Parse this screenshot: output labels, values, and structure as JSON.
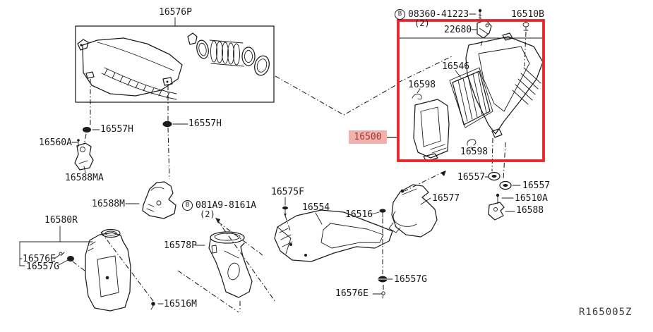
{
  "diagram_title": "Air Cleaner exploded parts diagram",
  "ref": {
    "text": "R165005Z"
  },
  "colors": {
    "highlight_box": "#e8232a",
    "highlight_label_bg": "#f2b1ae",
    "highlight_label_text": "#9c3a32",
    "line": "#1c1c1c"
  },
  "highlighted_part": {
    "text": "16500"
  },
  "parts": {
    "p16576P": {
      "text": "16576P"
    },
    "p16557H_left": {
      "text": "16557H"
    },
    "p16557H_right": {
      "text": "16557H"
    },
    "p16560A": {
      "text": "16560A"
    },
    "p16588MA": {
      "text": "16588MA"
    },
    "p16588M": {
      "text": "16588M"
    },
    "boltB1": {
      "badge": "B",
      "text": "081A9-8161A",
      "qty": "(2)"
    },
    "p16580R": {
      "text": "16580R"
    },
    "p16576E_left": {
      "text": "16576E"
    },
    "p16557G_left": {
      "text": "16557G"
    },
    "p16516M": {
      "text": "16516M"
    },
    "p16578P": {
      "text": "16578P"
    },
    "p16575F": {
      "text": "16575F"
    },
    "p16554": {
      "text": "16554"
    },
    "p16516": {
      "text": "16516"
    },
    "p16577": {
      "text": "16577"
    },
    "p16557_left": {
      "text": "16557"
    },
    "p16557_right": {
      "text": "16557"
    },
    "p16510A": {
      "text": "16510A"
    },
    "p16588": {
      "text": "16588"
    },
    "p16510B": {
      "text": "16510B"
    },
    "boltB2": {
      "badge": "B",
      "text": "08360-41223",
      "qty": "(2)"
    },
    "p22680": {
      "text": "22680"
    },
    "p16546": {
      "text": "16546"
    },
    "p16598_upper": {
      "text": "16598"
    },
    "p16598_lower": {
      "text": "16598"
    },
    "p16557G_mid": {
      "text": "16557G"
    },
    "p16576E_mid": {
      "text": "16576E"
    }
  }
}
